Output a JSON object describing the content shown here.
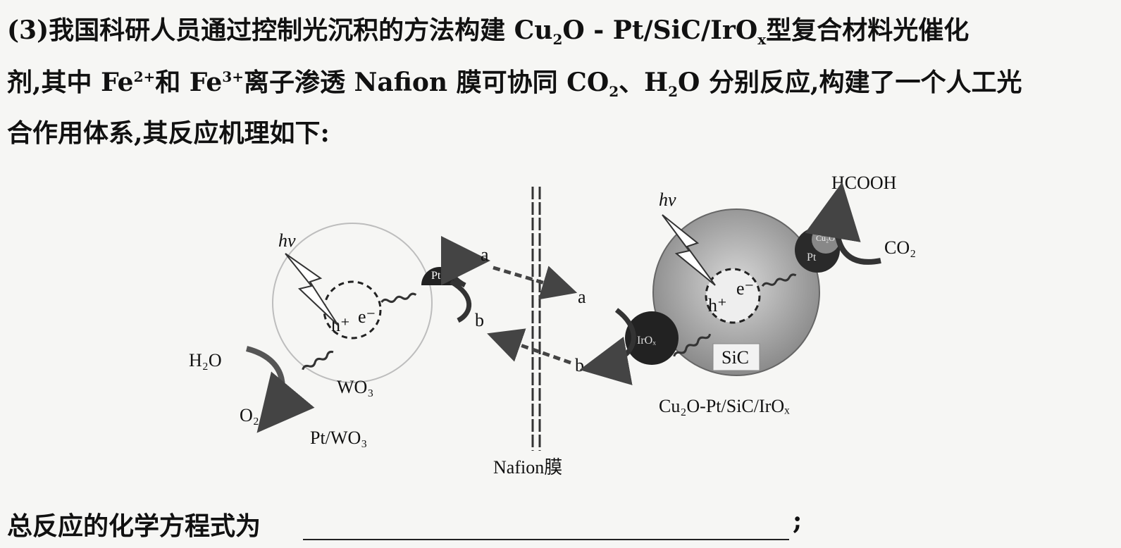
{
  "question": {
    "line1": {
      "prefix": "(3)我国科研人员通过控制光沉积的方法构建 Cu",
      "cu2": "2",
      "mid": "O - Pt/SiC/IrO",
      "x": "x",
      "suffix": "型复合材料光催化"
    },
    "line2": {
      "p1": "剂,其中 Fe",
      "sup1": "2+",
      "p2": "和 Fe",
      "sup2": "3+",
      "p3": "离子渗透 Nafion 膜可协同 CO",
      "sub1": "2",
      "p4": "、H",
      "sub2": "2",
      "p5": "O 分别反应,构建了一个人工光"
    },
    "line3": "合作用体系,其反应机理如下:",
    "prompt": "总反应的化学方程式为",
    "prompt_end": ";"
  },
  "diagram": {
    "hv": "hν",
    "left": {
      "h2o": "H₂O",
      "o2": "O₂",
      "wo3": "WO₃",
      "name": "Pt/WO₃",
      "pt": "Pt",
      "h": "h⁺",
      "e": "e⁻"
    },
    "membrane": "Nafion膜",
    "a": "a",
    "b": "b",
    "right": {
      "hcooh": "HCOOH",
      "co2": "CO₂",
      "sic": "SiC",
      "name": "Cu₂O-Pt/SiC/IrOₓ",
      "iro": "IrOₓ",
      "pt": "Pt",
      "cu2o": "Cu₂O",
      "h": "h⁺",
      "e": "e⁻"
    }
  }
}
